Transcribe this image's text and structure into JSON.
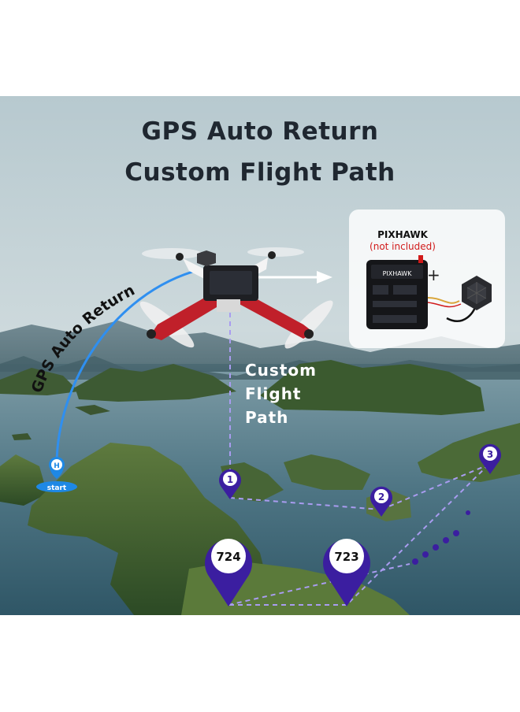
{
  "title": {
    "line1": "GPS Auto Return",
    "line2": "Custom Flight Path"
  },
  "arc_label": "GPS Auto Return",
  "custom_path_label": [
    "Custom",
    "Flight",
    "Path"
  ],
  "pixhawk": {
    "name": "PIXHAWK",
    "note": "(not included)",
    "plus": "+",
    "board_text": "PIXHAWK"
  },
  "home_marker": {
    "letter": "H",
    "label": "start"
  },
  "waypoints": [
    {
      "label": "1"
    },
    {
      "label": "2"
    },
    {
      "label": "3"
    },
    {
      "label": "724"
    },
    {
      "label": "723"
    }
  ],
  "colors": {
    "marker": "#3b1ea0",
    "home_marker": "#1e88e5",
    "path": "#a99cf0",
    "arc": "#2f8ff0",
    "drone_arm": "#c0202a",
    "pixhawk_note": "#d11a1a"
  }
}
